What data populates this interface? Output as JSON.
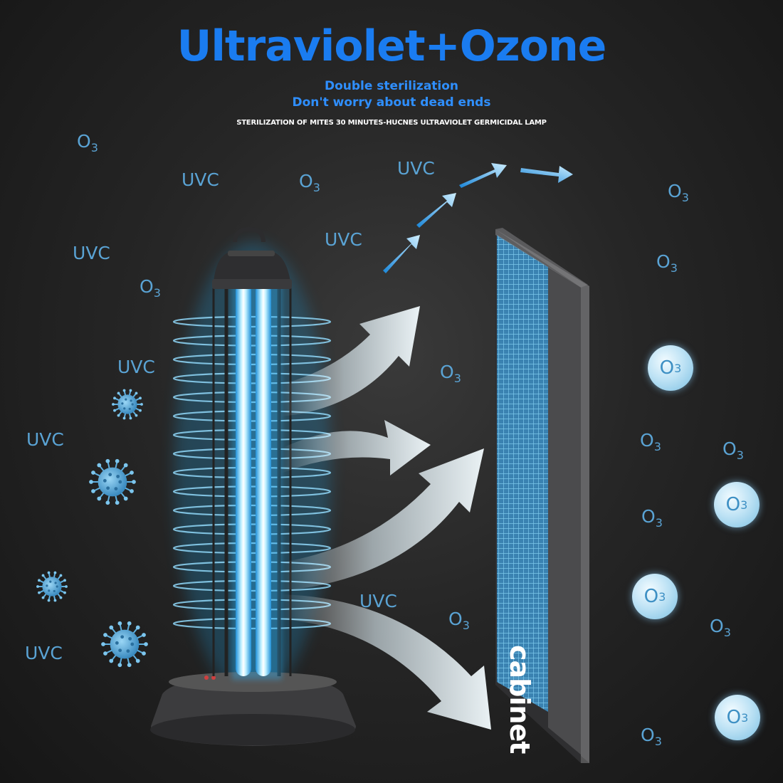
{
  "header": {
    "title": "Ultraviolet+Ozone",
    "subtitle_line1": "Double sterilization",
    "subtitle_line2": "Don't worry about dead ends",
    "tagline": "STERILIZATION OF MITES 30 MINUTES-HUCNES ULTRAVIOLET GERMICIDAL LAMP"
  },
  "labels": {
    "uvc": "UVC",
    "o": "O",
    "sub3": "3",
    "cabinet": "cabinet"
  },
  "colors": {
    "title": "#1a7cf0",
    "label": "#5aa3d4",
    "glow": "#7fd8ff"
  }
}
